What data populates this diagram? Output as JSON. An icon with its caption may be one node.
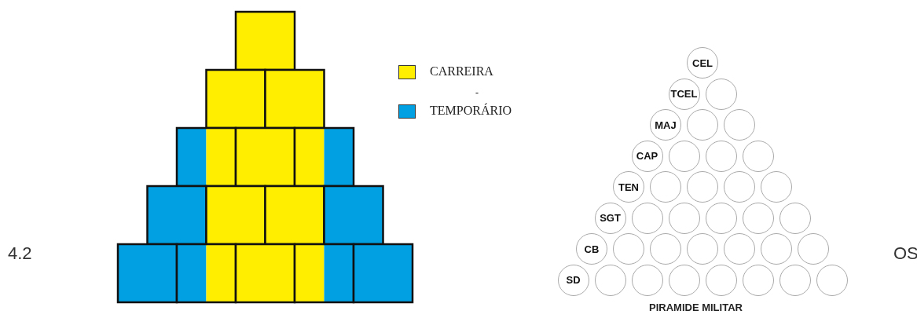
{
  "diagram": {
    "nodes": [
      {
        "text": [
          "CEL"
        ]
      },
      {
        "text": [
          "TCEL"
        ]
      },
      {
        "text": [],
        "shape": "circle"
      },
      {
        "text": [
          "MAJ"
        ]
      },
      {
        "text": [],
        "shape": "circle"
      },
      {
        "text": [],
        "shape": "circle"
      },
      {
        "text": [
          "CAP"
        ]
      },
      {
        "text": [],
        "shape": "circle"
      },
      {
        "text": [],
        "shape": "circle"
      },
      {
        "text": [],
        "shape": "circle"
      },
      {
        "text": [
          "TEN"
        ]
      },
      {
        "text": [],
        "shape": "circle"
      },
      {
        "text": [],
        "shape": "circle"
      },
      {
        "text": [],
        "shape": "circle"
      },
      {
        "text": [],
        "shape": "circle"
      },
      {
        "text": [
          "SGT"
        ]
      },
      {
        "text": [],
        "shape": "circle"
      },
      {
        "text": [],
        "shape": "circle"
      },
      {
        "text": [],
        "shape": "circle"
      },
      {
        "text": [],
        "shape": "circle"
      },
      {
        "text": [],
        "shape": "circle"
      },
      {
        "text": [
          "CB"
        ]
      },
      {
        "text": [],
        "shape": "circle"
      },
      {
        "text": [],
        "shape": "circle"
      },
      {
        "text": [],
        "shape": "circle"
      },
      {
        "text": [],
        "shape": "circle"
      },
      {
        "text": [],
        "shape": "circle"
      },
      {
        "text": [],
        "shape": "circle"
      },
      {
        "text": [
          "SD"
        ]
      },
      {
        "text": [],
        "shape": "circle"
      },
      {
        "text": [],
        "shape": "circle"
      },
      {
        "text": [],
        "shape": "circle"
      },
      {
        "text": [],
        "shape": "circle"
      },
      {
        "text": [],
        "shape": "circle"
      },
      {
        "text": [],
        "shape": "circle"
      },
      {
        "text": [],
        "shape": "circle"
      }
    ],
    "labels": [
      "-",
      "4.2",
      "OS",
      "PIRAMIDE MILITAR"
    ],
    "legend": [
      {
        "text": "CARREIRA",
        "color": "#ffee00"
      },
      {
        "text": "TEMPORÁRIO",
        "color": "#00a0e3"
      }
    ]
  }
}
